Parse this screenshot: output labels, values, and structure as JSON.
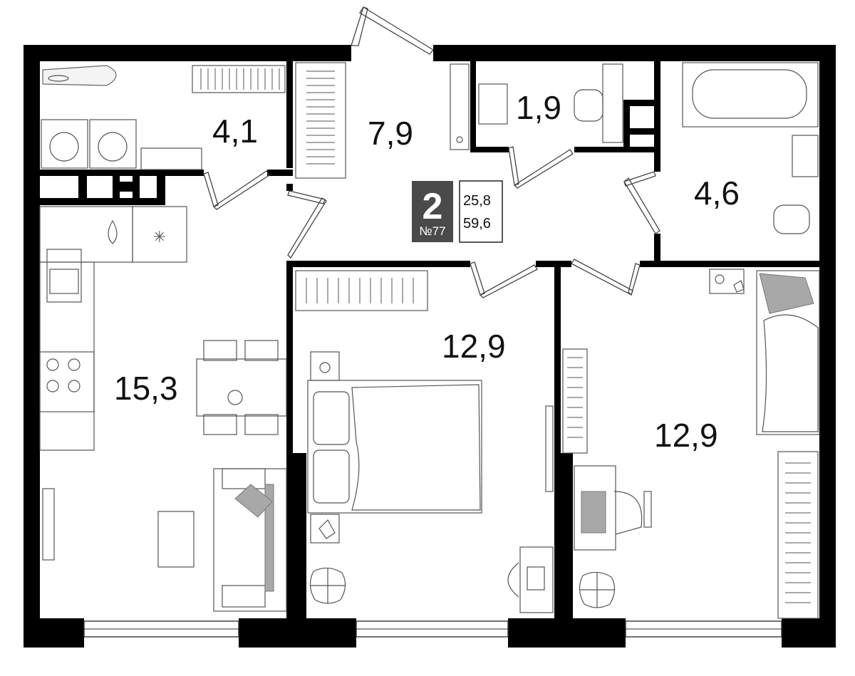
{
  "apartment": {
    "rooms_count": "2",
    "number": "№77",
    "living_area": "25,8",
    "total_area": "59,6"
  },
  "rooms": {
    "laundry": "4,1",
    "hallway": "7,9",
    "toilet": "1,9",
    "bathroom": "4,6",
    "kitchen_living": "15,3",
    "bedroom_1": "12,9",
    "bedroom_2": "12,9"
  },
  "colors": {
    "wall": "#000000",
    "badge": "#4a4a4a",
    "furniture_fill": "#a8a8a8"
  }
}
